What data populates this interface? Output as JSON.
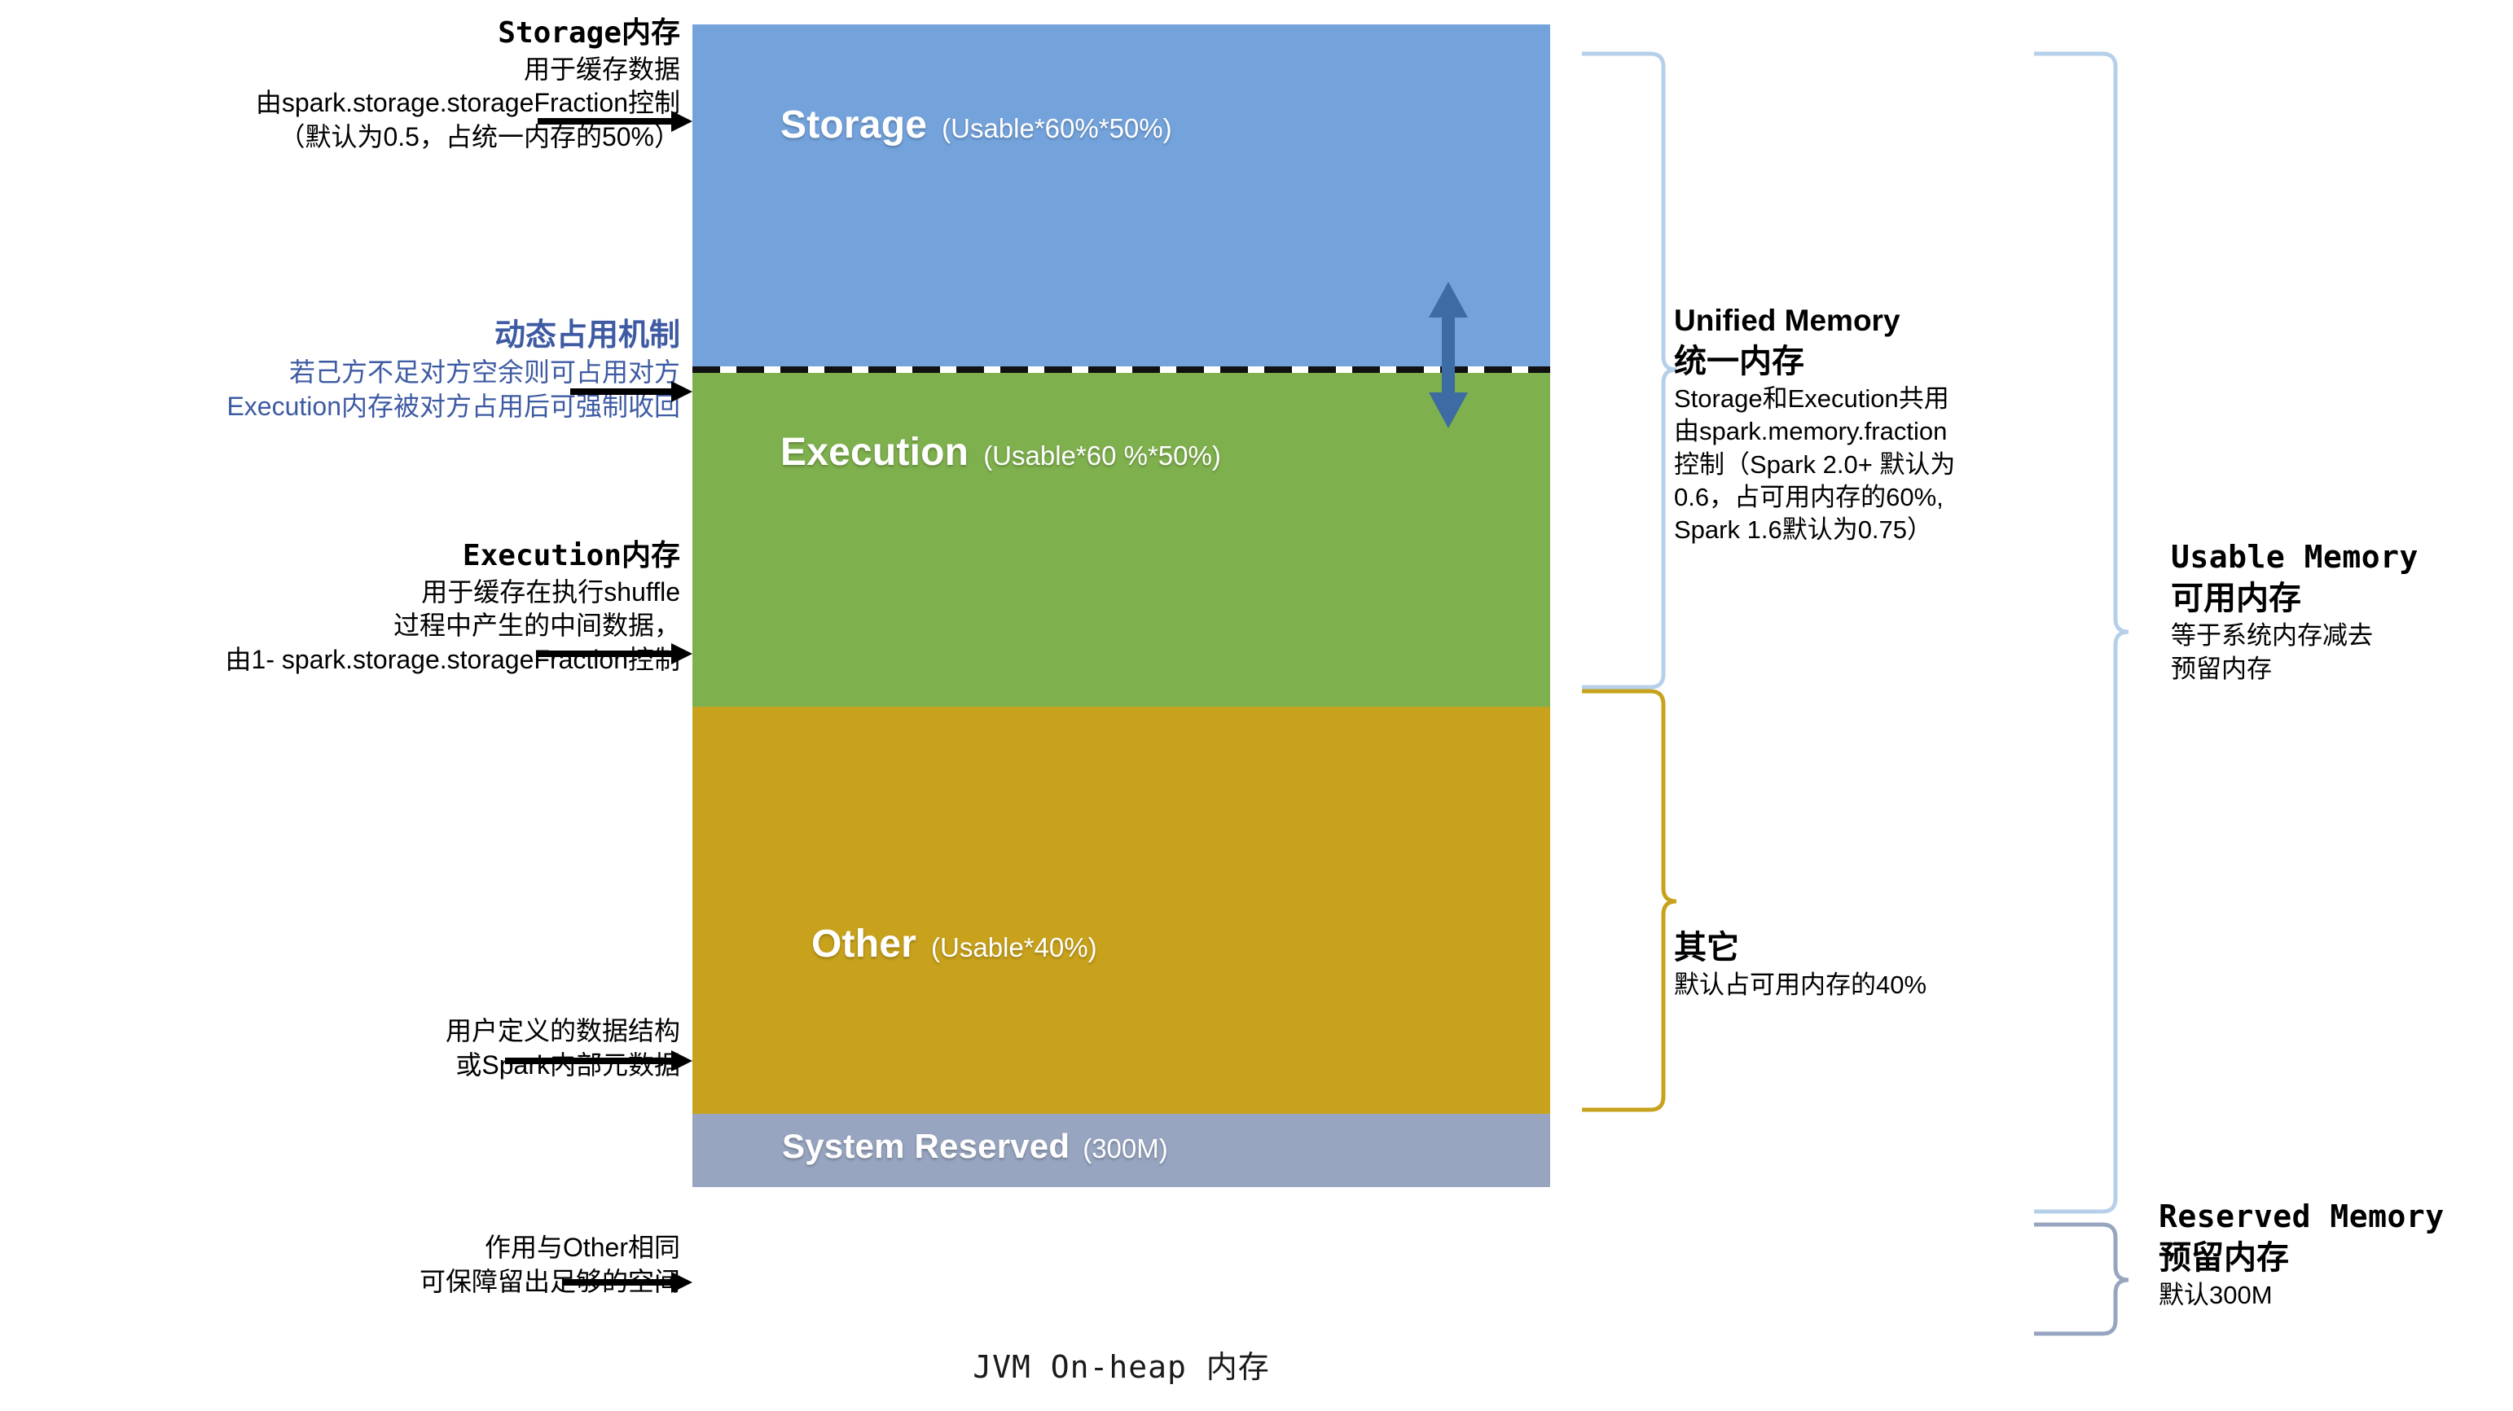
{
  "diagram": {
    "caption": "JVM On-heap 内存",
    "colors": {
      "storage": "#74a3dc",
      "execution": "#7fb04e",
      "other": "#c8a21c",
      "reserved": "#97a5c0",
      "dynamic_arrow": "#3d6ba3",
      "unified_bracket": "#b6d0ea",
      "other_bracket": "#c8a21c",
      "usable_bracket": "#b6d0ea",
      "reserved_bracket": "#97a5c0",
      "dynamic_text": "#3d5aa3"
    },
    "segments": [
      {
        "name": "Storage",
        "formula": "(Usable*60%*50%)"
      },
      {
        "name": "Execution",
        "formula": "(Usable*60 %*50%)"
      },
      {
        "name": "Other",
        "formula": "(Usable*40%)"
      },
      {
        "name": "System Reserved",
        "formula": "(300M)"
      }
    ]
  },
  "left_annotations": [
    {
      "key": "storage",
      "title": "Storage内存",
      "lines": [
        "用于缓存数据",
        "由spark.storage.storageFraction控制",
        "（默认为0.5，占统一内存的50%）"
      ]
    },
    {
      "key": "dynamic",
      "title": "动态占用机制",
      "lines": [
        "若己方不足对方空余则可占用对方",
        "Execution内存被对方占用后可强制收回"
      ]
    },
    {
      "key": "execution",
      "title": "Execution内存",
      "lines": [
        "用于缓存在执行shuffle",
        "过程中产生的中间数据，",
        "由1- spark.storage.storageFraction控制"
      ]
    },
    {
      "key": "other",
      "title": "",
      "lines": [
        "用户定义的数据结构",
        "或Spark内部元数据"
      ]
    },
    {
      "key": "system-reserved",
      "title": "",
      "lines": [
        "作用与Other相同",
        "可保障留出足够的空间"
      ]
    }
  ],
  "right_annotations": [
    {
      "key": "unified-memory",
      "title_en": "Unified Memory",
      "title_cn": "统一内存",
      "lines": [
        "Storage和Execution共用",
        "由spark.memory.fraction",
        "控制（Spark 2.0+ 默认为",
        "0.6，占可用内存的60%,",
        "Spark 1.6默认为0.75）"
      ]
    },
    {
      "key": "other",
      "title_en": "",
      "title_cn": "其它",
      "lines": [
        "默认占可用内存的40%"
      ]
    },
    {
      "key": "usable-memory",
      "title_en": "Usable Memory",
      "title_cn": "可用内存",
      "lines": [
        "等于系统内存减去",
        "预留内存"
      ]
    },
    {
      "key": "reserved-memory",
      "title_en": "Reserved Memory",
      "title_cn": "预留内存",
      "lines": [
        "默认300M"
      ]
    }
  ]
}
